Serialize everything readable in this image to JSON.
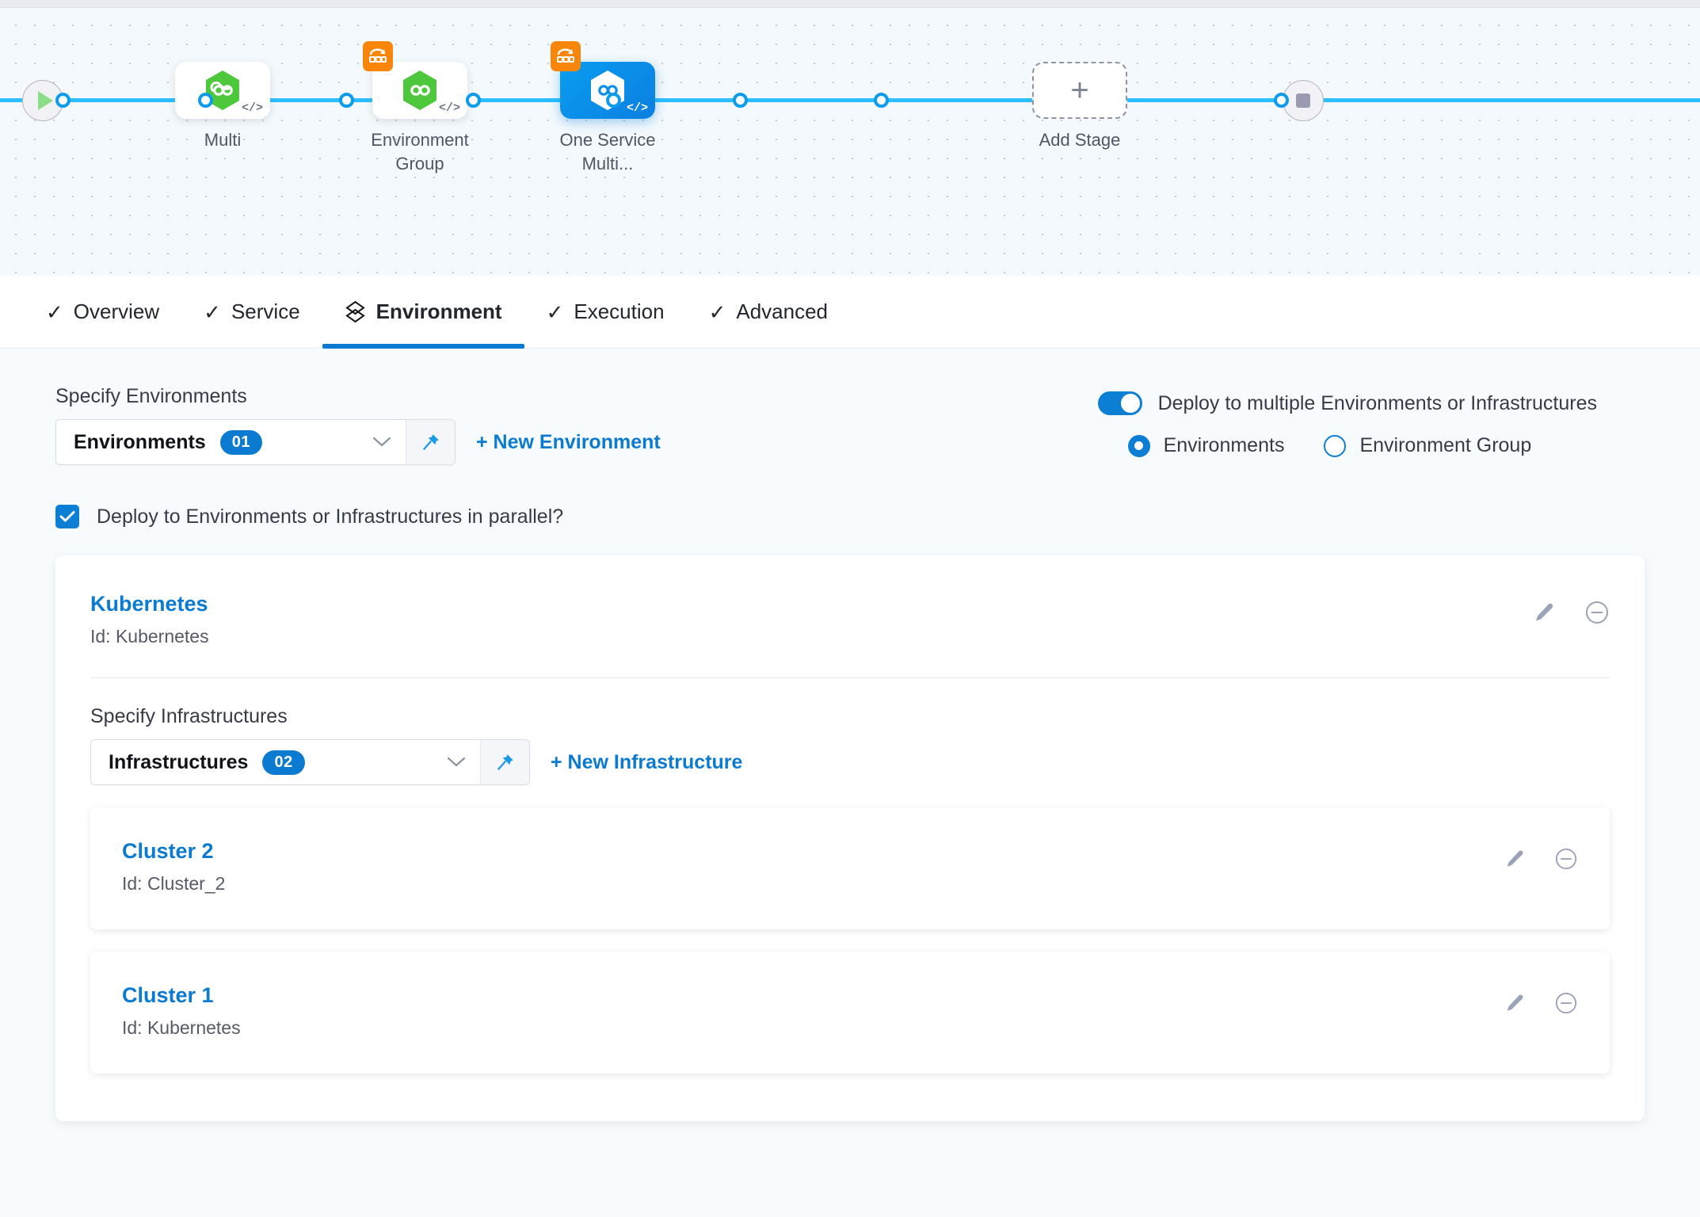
{
  "pipeline": {
    "start_icon": "play-icon",
    "end_icon": "stop-icon",
    "nodes": [
      {
        "label": "Multi",
        "selected": false,
        "multi_badge": false,
        "icon": "harness-hex-icon"
      },
      {
        "label": "Environment Group",
        "selected": false,
        "multi_badge": true,
        "icon": "harness-hex-icon"
      },
      {
        "label": "One Service Multi...",
        "selected": true,
        "multi_badge": true,
        "icon": "harness-hex-icon"
      }
    ],
    "add_stage_label": "Add Stage",
    "add_stage_glyph": "+"
  },
  "tabs": [
    {
      "label": "Overview",
      "icon": "check-icon",
      "active": false
    },
    {
      "label": "Service",
      "icon": "check-icon",
      "active": false
    },
    {
      "label": "Environment",
      "icon": "layers-icon",
      "active": true
    },
    {
      "label": "Execution",
      "icon": "check-icon",
      "active": false
    },
    {
      "label": "Advanced",
      "icon": "check-icon",
      "active": false
    }
  ],
  "environments_section": {
    "label": "Specify Environments",
    "dropdown": {
      "text": "Environments",
      "count": "01",
      "caret_icon": "chevron-down-icon",
      "pin_icon": "pin-icon"
    },
    "new_link": "+ New Environment",
    "parallel_checkbox": {
      "label": "Deploy to Environments or Infrastructures in parallel?",
      "checked": true
    }
  },
  "deploy_options": {
    "toggle_label": "Deploy to multiple Environments or Infrastructures",
    "toggle_on": true,
    "radios": [
      {
        "label": "Environments",
        "selected": true
      },
      {
        "label": "Environment Group",
        "selected": false
      }
    ]
  },
  "environment_card": {
    "name": "Kubernetes",
    "id_text": "Id: Kubernetes",
    "edit_icon": "pencil-icon",
    "remove_icon": "minus-circle-icon",
    "infrastructures_label": "Specify Infrastructures",
    "infra_dropdown": {
      "text": "Infrastructures",
      "count": "02",
      "caret_icon": "chevron-down-icon",
      "pin_icon": "pin-icon"
    },
    "new_infra_link": "+ New Infrastructure",
    "infrastructures": [
      {
        "name": "Cluster 2",
        "id_text": "Id: Cluster_2",
        "edit_icon": "pencil-icon",
        "remove_icon": "minus-circle-icon"
      },
      {
        "name": "Cluster 1",
        "id_text": "Id: Kubernetes",
        "edit_icon": "pencil-icon",
        "remove_icon": "minus-circle-icon"
      }
    ]
  },
  "colors": {
    "accent_blue": "#0b7ad1",
    "link_blue": "#0b7ad1",
    "rail_blue": "#2dbeff",
    "badge_orange": "#f7860b",
    "hex_green": "#4dc73c",
    "canvas_bg": "#f3f9fc",
    "page_bg": "#f7fbfd"
  }
}
